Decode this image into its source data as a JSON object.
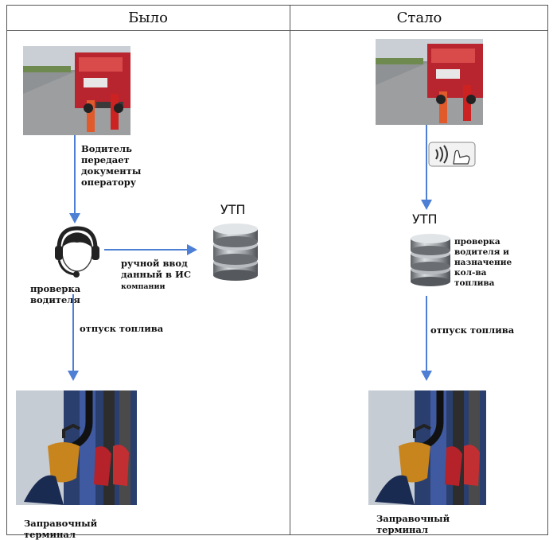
{
  "header": {
    "before": "Было",
    "after": "Стало"
  },
  "before": {
    "step1_label": "Водитель передает документы оператору",
    "operator_label": "проверка водителя",
    "manual_label": "ручной ввод данный в ИС",
    "manual_small": "компании",
    "utp_label": "УТП",
    "fuel_label": "отпуск топлива",
    "terminal_label": "Заправочный терминал"
  },
  "after": {
    "utp_label": "УТП",
    "check_label": "проверка водителя и назначение кол-ва топлива",
    "fuel_label": "отпуск топлива",
    "terminal_label": "Заправочный терминал"
  },
  "colors": {
    "arrow": "#4d7fd4",
    "divider": "#555555"
  }
}
